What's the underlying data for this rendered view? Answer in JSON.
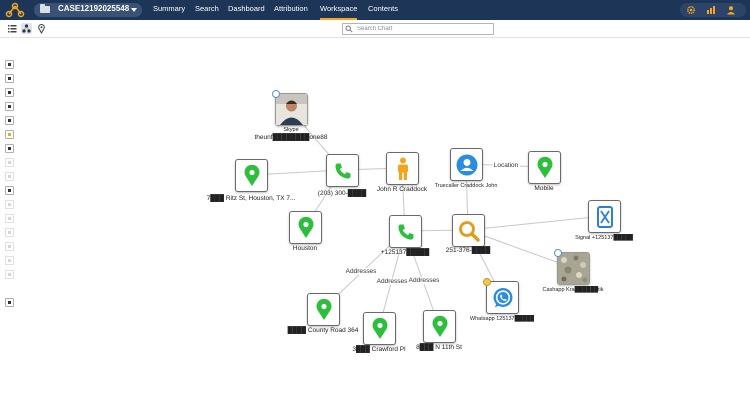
{
  "app": {
    "case_name": "CASE12192025548"
  },
  "nav": {
    "items": [
      {
        "id": "summary",
        "label": "Summary"
      },
      {
        "id": "search",
        "label": "Search"
      },
      {
        "id": "dashboard",
        "label": "Dashboard"
      },
      {
        "id": "attribution",
        "label": "Attribution"
      },
      {
        "id": "workspace",
        "label": "Workspace",
        "active": true
      },
      {
        "id": "contents",
        "label": "Contents"
      }
    ],
    "active_color": "#f4a623",
    "bar_color": "#1d3557"
  },
  "header_icons": [
    "gear-icon",
    "chart-icon",
    "user-icon"
  ],
  "toolbar": {
    "left_icons": [
      "list-icon",
      "graph-icon",
      "pin-icon"
    ],
    "search_placeholder": "Search Chart"
  },
  "side_tools": [
    "settings-icon",
    "list-icon",
    "fullscreen-icon",
    "play-icon",
    "toggle-icon",
    "bulb-icon",
    "target-icon",
    "layers-icon",
    "stack-icon",
    "image-icon",
    "hide-icon",
    "text-icon",
    "eye-icon",
    "frame-icon",
    "undo-icon",
    "redo-icon",
    "trash-icon"
  ],
  "graph": {
    "nodes": {
      "skype": {
        "type": "photo",
        "label_top": "Skype",
        "label": "theunf████████one88"
      },
      "addr_ritz": {
        "type": "location",
        "label": "7███ Ritz St, Houston, TX 7..."
      },
      "phone_203": {
        "type": "phone",
        "label": "(203) 300-████"
      },
      "craddock": {
        "type": "person",
        "label": "John R Craddock"
      },
      "truecaller": {
        "type": "contact",
        "label": "Truecaller Craddock John"
      },
      "mobile": {
        "type": "location",
        "label": "Mobile"
      },
      "houston": {
        "type": "location",
        "label": "Houston"
      },
      "phone_1251": {
        "type": "phone",
        "label": "+125137█████"
      },
      "search_251": {
        "type": "search",
        "label": "251-376-████"
      },
      "signal": {
        "type": "signal",
        "label": "Signal +125137█████"
      },
      "cashapp": {
        "type": "photo",
        "label": "Cashapp Kra██████tik"
      },
      "whatsapp": {
        "type": "whatsapp",
        "label": "Whatsapp 125137█████"
      },
      "county_road": {
        "type": "location",
        "label": "████ County Road 364"
      },
      "crawford": {
        "type": "location",
        "label": "3███ Crawford Pl"
      },
      "n11th": {
        "type": "location",
        "label": "8███ N 11th St"
      }
    },
    "edge_labels": {
      "location": "Location",
      "addresses": "Addresses"
    },
    "colors": {
      "phone": "#2bbf3b",
      "location": "#2bbf3b",
      "person": "#f2a51c",
      "contact": "#2a8de0",
      "search": "#e39b1a",
      "signal": "#2a7fd8",
      "whatsapp": "#2a8de0",
      "edge": "#c6c6c6"
    }
  }
}
